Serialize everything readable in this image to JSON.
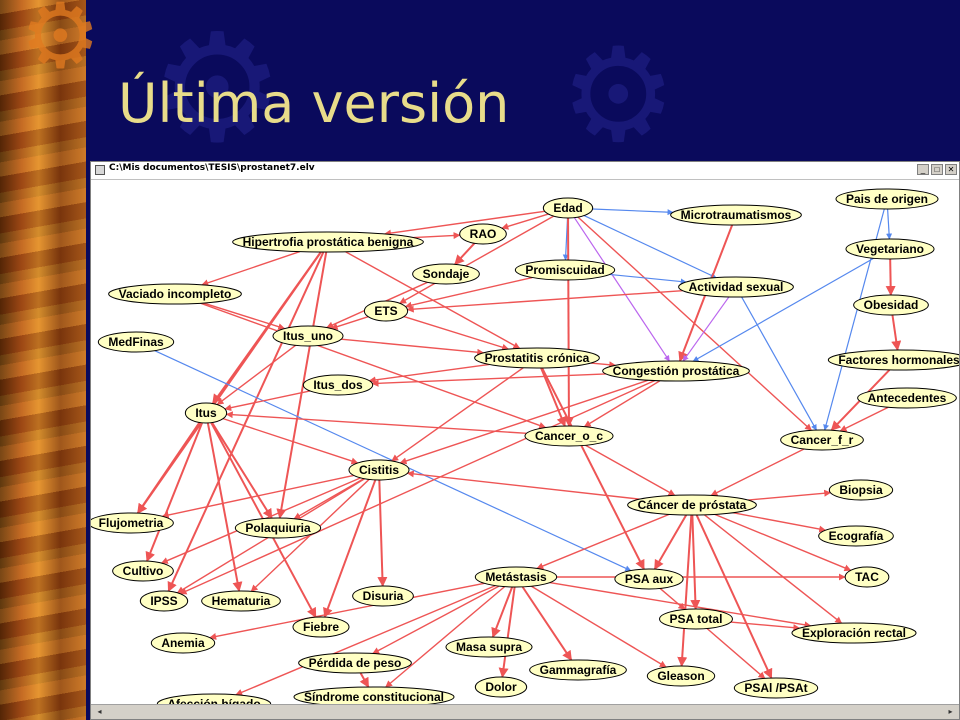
{
  "slide": {
    "title": "Última versión"
  },
  "window": {
    "title": "C:\\Mis documentos\\TESIS\\prostanet7.elv",
    "minimize_glyph": "_",
    "maximize_glyph": "□",
    "close_glyph": "✕"
  },
  "colors": {
    "background": "#0a0a5c",
    "title_text": "#e8dc8a",
    "red_arc": "#ee5555",
    "blue_arc": "#5588ee",
    "purple_arc": "#bb66ee",
    "node_fill": "#ffffc4"
  },
  "graph": {
    "nodes": [
      {
        "id": "edad",
        "label": "Edad"
      },
      {
        "id": "micro",
        "label": "Microtraumatismos"
      },
      {
        "id": "pais",
        "label": "Pais de origen"
      },
      {
        "id": "hbp",
        "label": "Hipertrofia prostática benigna"
      },
      {
        "id": "rao",
        "label": "RAO"
      },
      {
        "id": "vegetariano",
        "label": "Vegetariano"
      },
      {
        "id": "sondaje",
        "label": "Sondaje"
      },
      {
        "id": "promiscuidad",
        "label": "Promiscuidad"
      },
      {
        "id": "actividad",
        "label": "Actividad sexual"
      },
      {
        "id": "vaciado",
        "label": "Vaciado incompleto"
      },
      {
        "id": "obesidad",
        "label": "Obesidad"
      },
      {
        "id": "ets",
        "label": "ETS"
      },
      {
        "id": "itus_uno",
        "label": "Itus_uno"
      },
      {
        "id": "medfinas",
        "label": "MedFinas"
      },
      {
        "id": "factores",
        "label": "Factores hormonales"
      },
      {
        "id": "prostatitis",
        "label": "Prostatitis crónica"
      },
      {
        "id": "congestion",
        "label": "Congestión prostática"
      },
      {
        "id": "itus_dos",
        "label": "Itus_dos"
      },
      {
        "id": "antecedentes",
        "label": "Antecedentes"
      },
      {
        "id": "itus",
        "label": "Itus"
      },
      {
        "id": "cancer_oc",
        "label": "Cancer_o_c"
      },
      {
        "id": "cancer_fr",
        "label": "Cancer_f_r"
      },
      {
        "id": "cistitis",
        "label": "Cistitis"
      },
      {
        "id": "biopsia",
        "label": "Biopsia"
      },
      {
        "id": "cancer",
        "label": "Cáncer de próstata"
      },
      {
        "id": "flujometria",
        "label": "Flujometria"
      },
      {
        "id": "polaquiuria",
        "label": "Polaquiuria"
      },
      {
        "id": "ecografia",
        "label": "Ecografía"
      },
      {
        "id": "cultivo",
        "label": "Cultivo"
      },
      {
        "id": "metastasis",
        "label": "Metástasis"
      },
      {
        "id": "psa_aux",
        "label": "PSA aux"
      },
      {
        "id": "tac",
        "label": "TAC"
      },
      {
        "id": "ipss",
        "label": "IPSS"
      },
      {
        "id": "hematuria",
        "label": "Hematuria"
      },
      {
        "id": "disuria",
        "label": "Disuria"
      },
      {
        "id": "psa_total",
        "label": "PSA total"
      },
      {
        "id": "fiebre",
        "label": "Fiebre"
      },
      {
        "id": "exploracion",
        "label": "Exploración rectal"
      },
      {
        "id": "anemia",
        "label": "Anemia"
      },
      {
        "id": "masa",
        "label": "Masa supra"
      },
      {
        "id": "perdida",
        "label": "Pérdida de peso"
      },
      {
        "id": "gammagrafia",
        "label": "Gammagrafía"
      },
      {
        "id": "gleason",
        "label": "Gleason"
      },
      {
        "id": "dolor",
        "label": "Dolor"
      },
      {
        "id": "psal",
        "label": "PSAl /PSAt"
      },
      {
        "id": "afeccion",
        "label": "Afección hígado"
      },
      {
        "id": "sindrome",
        "label": "Síndrome constitucional"
      }
    ],
    "edges": [
      {
        "from": "edad",
        "to": "hbp",
        "kind": "red"
      },
      {
        "from": "edad",
        "to": "micro",
        "kind": "blue"
      },
      {
        "from": "edad",
        "to": "promiscuidad",
        "kind": "blue"
      },
      {
        "from": "edad",
        "to": "actividad",
        "kind": "blue"
      },
      {
        "from": "edad",
        "to": "congestion",
        "kind": "purple"
      },
      {
        "from": "edad",
        "to": "cancer_oc",
        "kind": "red"
      },
      {
        "from": "edad",
        "to": "cancer_fr",
        "kind": "red"
      },
      {
        "from": "edad",
        "to": "ets",
        "kind": "red"
      },
      {
        "from": "edad",
        "to": "rao",
        "kind": "red"
      },
      {
        "from": "micro",
        "to": "congestion",
        "kind": "red"
      },
      {
        "from": "pais",
        "to": "vegetariano",
        "kind": "blue"
      },
      {
        "from": "pais",
        "to": "cancer_fr",
        "kind": "blue"
      },
      {
        "from": "vegetariano",
        "to": "obesidad",
        "kind": "red"
      },
      {
        "from": "vegetariano",
        "to": "congestion",
        "kind": "blue"
      },
      {
        "from": "obesidad",
        "to": "factores",
        "kind": "red"
      },
      {
        "from": "factores",
        "to": "cancer_fr",
        "kind": "red"
      },
      {
        "from": "antecedentes",
        "to": "cancer_fr",
        "kind": "red"
      },
      {
        "from": "actividad",
        "to": "congestion",
        "kind": "purple"
      },
      {
        "from": "actividad",
        "to": "cancer_fr",
        "kind": "blue"
      },
      {
        "from": "actividad",
        "to": "ets",
        "kind": "red"
      },
      {
        "from": "promiscuidad",
        "to": "ets",
        "kind": "red"
      },
      {
        "from": "promiscuidad",
        "to": "actividad",
        "kind": "blue"
      },
      {
        "from": "rao",
        "to": "sondaje",
        "kind": "red"
      },
      {
        "from": "hbp",
        "to": "rao",
        "kind": "red"
      },
      {
        "from": "hbp",
        "to": "vaciado",
        "kind": "red"
      },
      {
        "from": "hbp",
        "to": "itus",
        "kind": "red"
      },
      {
        "from": "hbp",
        "to": "flujometria",
        "kind": "red"
      },
      {
        "from": "hbp",
        "to": "ipss",
        "kind": "red"
      },
      {
        "from": "hbp",
        "to": "prostatitis",
        "kind": "red"
      },
      {
        "from": "hbp",
        "to": "polaquiuria",
        "kind": "red"
      },
      {
        "from": "sondaje",
        "to": "itus_uno",
        "kind": "red"
      },
      {
        "from": "vaciado",
        "to": "itus_uno",
        "kind": "red"
      },
      {
        "from": "vaciado",
        "to": "cancer_oc",
        "kind": "red"
      },
      {
        "from": "ets",
        "to": "itus_uno",
        "kind": "red"
      },
      {
        "from": "ets",
        "to": "prostatitis",
        "kind": "red"
      },
      {
        "from": "itus_uno",
        "to": "itus",
        "kind": "red"
      },
      {
        "from": "itus_uno",
        "to": "prostatitis",
        "kind": "red"
      },
      {
        "from": "medfinas",
        "to": "psa_aux",
        "kind": "blue"
      },
      {
        "from": "prostatitis",
        "to": "itus_dos",
        "kind": "red"
      },
      {
        "from": "prostatitis",
        "to": "congestion",
        "kind": "red"
      },
      {
        "from": "prostatitis",
        "to": "cancer_oc",
        "kind": "red"
      },
      {
        "from": "prostatitis",
        "to": "cistitis",
        "kind": "red"
      },
      {
        "from": "prostatitis",
        "to": "psa_aux",
        "kind": "red"
      },
      {
        "from": "congestion",
        "to": "itus_dos",
        "kind": "red"
      },
      {
        "from": "congestion",
        "to": "cistitis",
        "kind": "red"
      },
      {
        "from": "congestion",
        "to": "ipss",
        "kind": "red"
      },
      {
        "from": "congestion",
        "to": "cancer_oc",
        "kind": "red"
      },
      {
        "from": "itus_dos",
        "to": "itus",
        "kind": "red"
      },
      {
        "from": "itus",
        "to": "cistitis",
        "kind": "red"
      },
      {
        "from": "itus",
        "to": "flujometria",
        "kind": "red"
      },
      {
        "from": "itus",
        "to": "cultivo",
        "kind": "red"
      },
      {
        "from": "itus",
        "to": "polaquiuria",
        "kind": "red"
      },
      {
        "from": "itus",
        "to": "hematuria",
        "kind": "red"
      },
      {
        "from": "itus",
        "to": "fiebre",
        "kind": "red"
      },
      {
        "from": "cistitis",
        "to": "flujometria",
        "kind": "red"
      },
      {
        "from": "cistitis",
        "to": "polaquiuria",
        "kind": "red"
      },
      {
        "from": "cistitis",
        "to": "hematuria",
        "kind": "red"
      },
      {
        "from": "cistitis",
        "to": "disuria",
        "kind": "red"
      },
      {
        "from": "cistitis",
        "to": "fiebre",
        "kind": "red"
      },
      {
        "from": "cistitis",
        "to": "ipss",
        "kind": "red"
      },
      {
        "from": "cistitis",
        "to": "cultivo",
        "kind": "red"
      },
      {
        "from": "cancer_oc",
        "to": "cancer",
        "kind": "red"
      },
      {
        "from": "cancer_oc",
        "to": "itus",
        "kind": "red"
      },
      {
        "from": "cancer_fr",
        "to": "cancer",
        "kind": "red"
      },
      {
        "from": "cancer",
        "to": "biopsia",
        "kind": "red"
      },
      {
        "from": "cancer",
        "to": "ecografia",
        "kind": "red"
      },
      {
        "from": "cancer",
        "to": "tac",
        "kind": "red"
      },
      {
        "from": "cancer",
        "to": "metastasis",
        "kind": "red"
      },
      {
        "from": "cancer",
        "to": "psa_aux",
        "kind": "red"
      },
      {
        "from": "cancer",
        "to": "psa_total",
        "kind": "red"
      },
      {
        "from": "cancer",
        "to": "exploracion",
        "kind": "red"
      },
      {
        "from": "cancer",
        "to": "gleason",
        "kind": "red"
      },
      {
        "from": "cancer",
        "to": "psal",
        "kind": "red"
      },
      {
        "from": "cancer",
        "to": "cistitis",
        "kind": "red"
      },
      {
        "from": "psa_aux",
        "to": "psa_total",
        "kind": "red"
      },
      {
        "from": "metastasis",
        "to": "tac",
        "kind": "red"
      },
      {
        "from": "metastasis",
        "to": "masa",
        "kind": "red"
      },
      {
        "from": "metastasis",
        "to": "perdida",
        "kind": "red"
      },
      {
        "from": "metastasis",
        "to": "gammagrafia",
        "kind": "red"
      },
      {
        "from": "metastasis",
        "to": "gleason",
        "kind": "red"
      },
      {
        "from": "metastasis",
        "to": "dolor",
        "kind": "red"
      },
      {
        "from": "metastasis",
        "to": "afeccion",
        "kind": "red"
      },
      {
        "from": "metastasis",
        "to": "sindrome",
        "kind": "red"
      },
      {
        "from": "metastasis",
        "to": "anemia",
        "kind": "red"
      },
      {
        "from": "metastasis",
        "to": "exploracion",
        "kind": "red"
      },
      {
        "from": "perdida",
        "to": "sindrome",
        "kind": "red"
      },
      {
        "from": "psa_total",
        "to": "psal",
        "kind": "red"
      },
      {
        "from": "psa_total",
        "to": "exploracion",
        "kind": "red"
      }
    ]
  }
}
